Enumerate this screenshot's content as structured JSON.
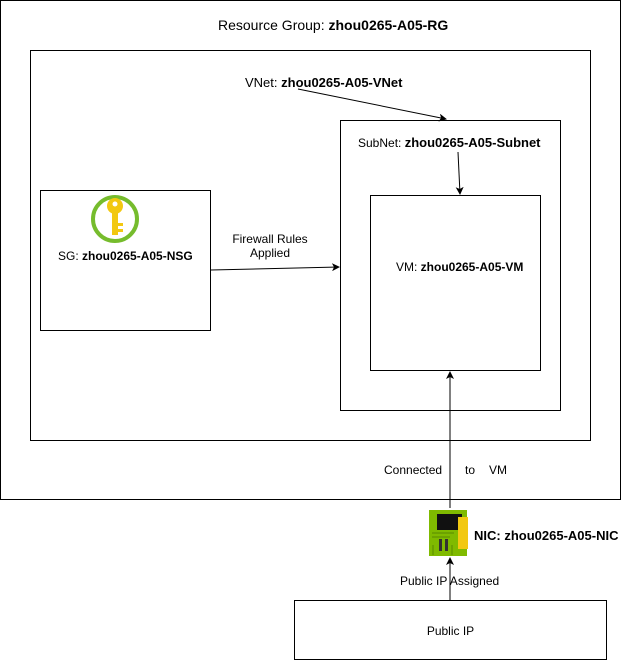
{
  "resource_group": {
    "prefix": "Resource Group: ",
    "name": "zhou0265-A05-RG"
  },
  "vnet": {
    "prefix": "VNet: ",
    "name": "zhou0265-A05-VNet"
  },
  "subnet": {
    "prefix": "SubNet: ",
    "name": "zhou0265-A05-Subnet"
  },
  "nsg": {
    "prefix": "SG: ",
    "name": "zhou0265-A05-NSG",
    "icon": "key-icon"
  },
  "vm": {
    "prefix": "VM: ",
    "name": "zhou0265-A05-VM"
  },
  "firewall": {
    "line1": "Firewall Rules",
    "line2": "Applied"
  },
  "connected": {
    "word1": "Connected",
    "word2": "to",
    "word3": "VM"
  },
  "nic": {
    "label": "NIC: zhou0265-A05-NIC",
    "icon": "network-card-icon"
  },
  "public_ip_assigned": "Public IP Assigned",
  "public_ip": "Public IP",
  "colors": {
    "key_green": "#76bc2d",
    "key_yellow": "#f2c811",
    "nic_green": "#7fba00",
    "nic_yellow": "#f2c811"
  }
}
